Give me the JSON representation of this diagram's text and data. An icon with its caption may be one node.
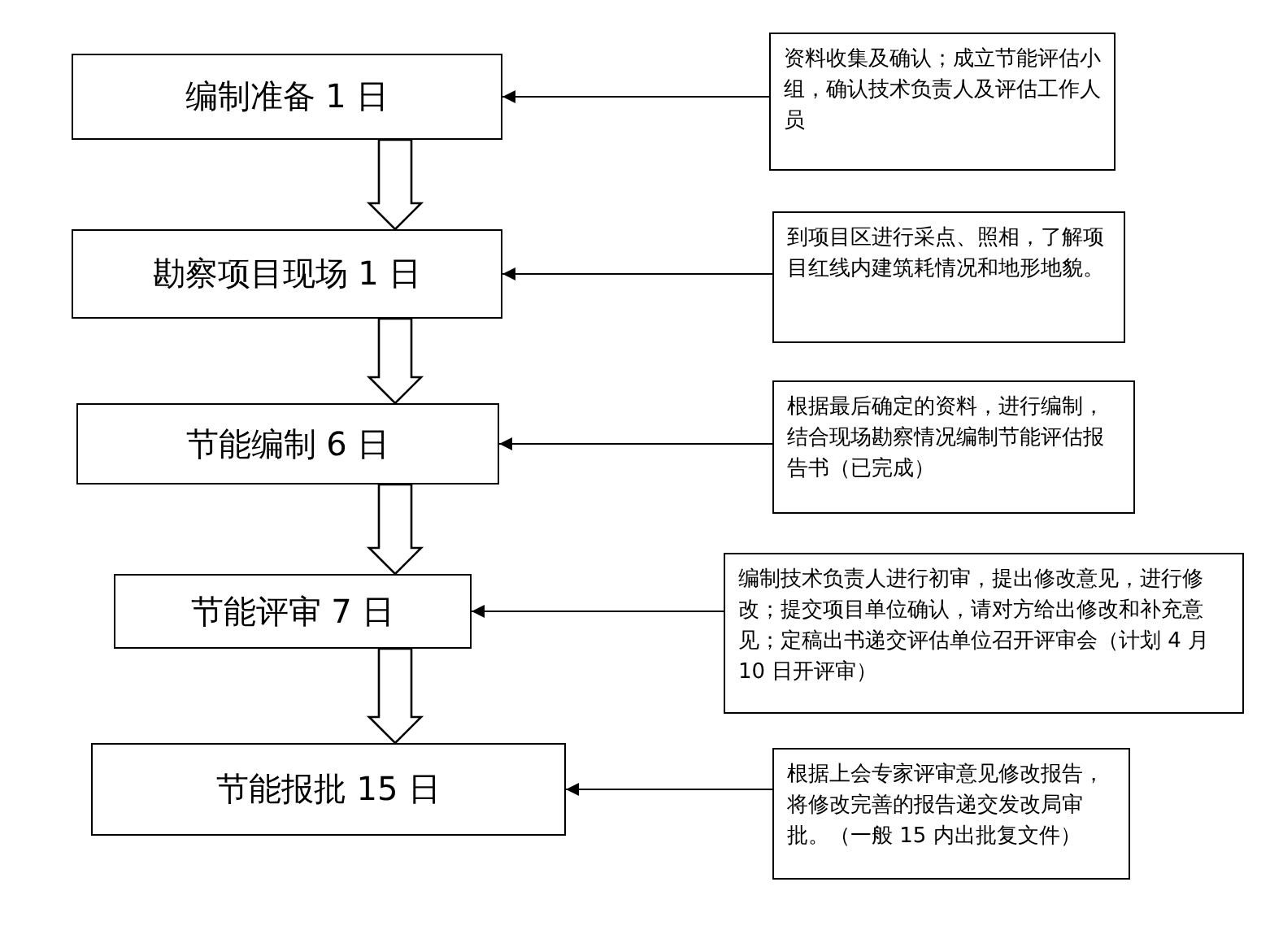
{
  "diagram": {
    "nodes": [
      {
        "text": [
          "编制准备 1 日"
        ]
      },
      {
        "text": [
          "勘察项目现场 1 日"
        ]
      },
      {
        "text": [
          "节能编制 6 日"
        ]
      },
      {
        "text": [
          "节能评审 7 日"
        ]
      },
      {
        "text": [
          "节能报批 15 日"
        ]
      },
      {
        "text": [
          "资料收集及确认；成立节能评估小组，确认技术负责人及评估工作人员"
        ]
      },
      {
        "text": [
          "到项目区进行采点、照相，了解项目红线内建筑耗情况和地形地貌。"
        ]
      },
      {
        "text": [
          "根据最后确定的资料，进行编制，结合现场勘察情况编制节能评估报告书（已完成）"
        ]
      },
      {
        "text": [
          "编制技术负责人进行初审，提出修改意见，进行修改；提交项目单位确认，请对方给出修改和补充意见；定稿出书递交评估单位召开评审会（计划 4 月 10 日开评审）"
        ]
      },
      {
        "text": [
          "根据上会专家评审意见修改报告，将修改完善的报告递交发改局审批。（一般 15 内出批复文件）"
        ]
      }
    ],
    "edges": [
      {
        "from": 0,
        "to": 1,
        "arrow": "to",
        "style": "thick"
      },
      {
        "from": 1,
        "to": 2,
        "arrow": "to",
        "style": "thick"
      },
      {
        "from": 2,
        "to": 3,
        "arrow": "to",
        "style": "thick"
      },
      {
        "from": 3,
        "to": 4,
        "arrow": "to",
        "style": "thick"
      },
      {
        "from": 5,
        "to": 0,
        "arrow": "to"
      },
      {
        "from": 6,
        "to": 1,
        "arrow": "to"
      },
      {
        "from": 7,
        "to": 2,
        "arrow": "to"
      },
      {
        "from": 8,
        "to": 3,
        "arrow": "to"
      },
      {
        "from": 9,
        "to": 4,
        "arrow": "to"
      }
    ]
  }
}
